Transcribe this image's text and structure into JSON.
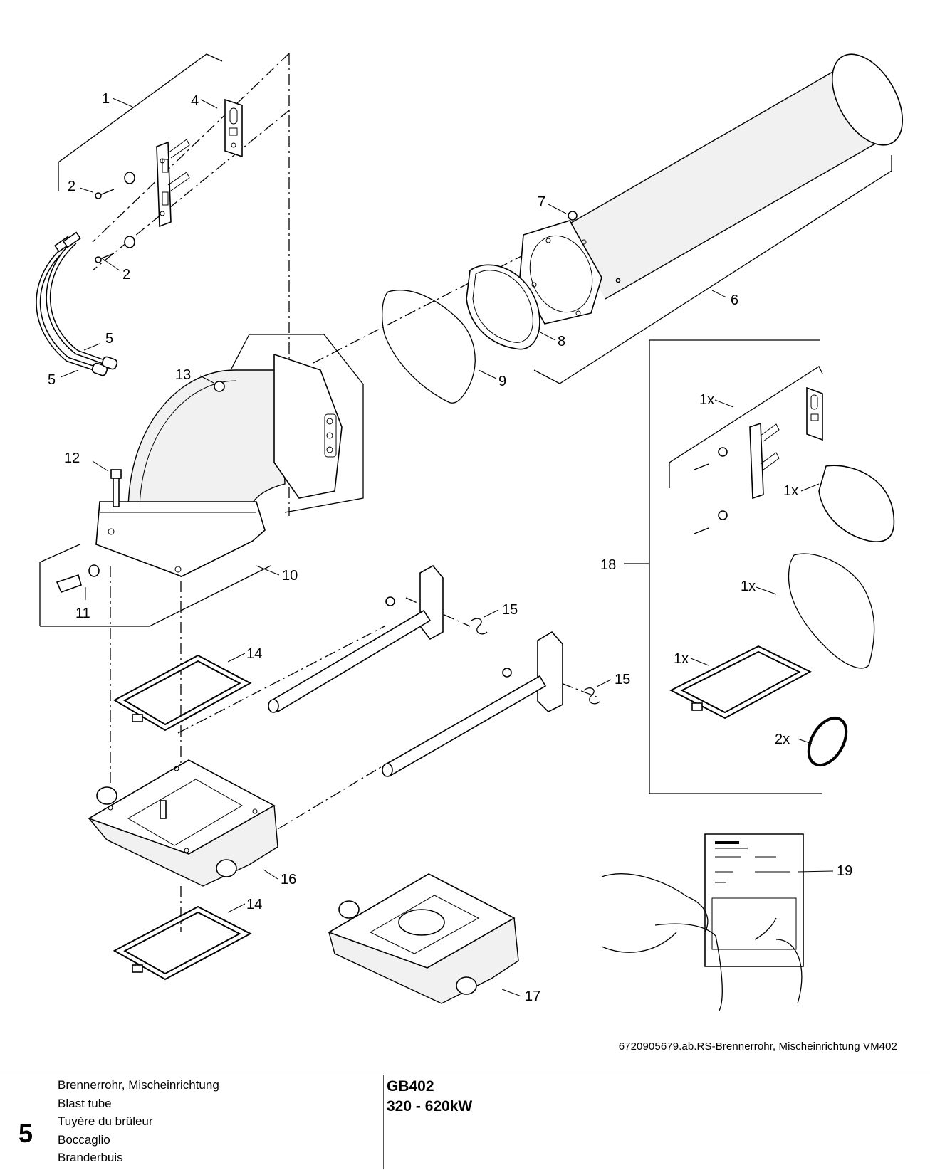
{
  "callouts": {
    "c1": "1",
    "c2a": "2",
    "c2b": "2",
    "c4": "4",
    "c5a": "5",
    "c5b": "5",
    "c6": "6",
    "c7": "7",
    "c8": "8",
    "c9": "9",
    "c10": "10",
    "c11": "11",
    "c12": "12",
    "c13": "13",
    "c14a": "14",
    "c14b": "14",
    "c15a": "15",
    "c15b": "15",
    "c16": "16",
    "c17": "17",
    "c18": "18",
    "c19": "19",
    "kit_1x_a": "1x",
    "kit_1x_b": "1x",
    "kit_1x_c": "1x",
    "kit_1x_d": "1x",
    "kit_2x": "2x"
  },
  "caption": "6720905679.ab.RS-Brennerrohr, Mischeinrichtung VM402",
  "footer": {
    "section_number": "5",
    "titles": [
      "Brennerrohr, Mischeinrichtung",
      "Blast tube",
      "Tuyère du brûleur",
      "Boccaglio",
      "Branderbuis"
    ],
    "model": "GB402",
    "power_range": "320 - 620kW"
  }
}
